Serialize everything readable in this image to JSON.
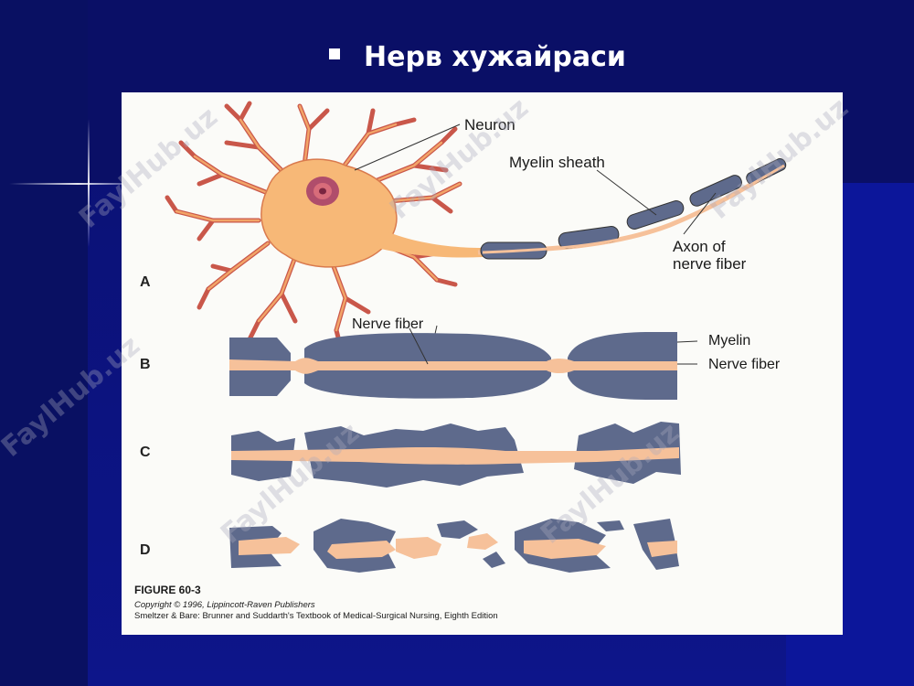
{
  "slide": {
    "title": "Нерв хужайраси"
  },
  "figure": {
    "labels": {
      "neuron": "Neuron",
      "myelin_sheath": "Myelin sheath",
      "axon_line1": "Axon of",
      "axon_line2": "nerve fiber",
      "nerve_fiber_top": "Nerve fiber",
      "myelin": "Myelin",
      "nerve_fiber_right": "Nerve fiber"
    },
    "panels": [
      "A",
      "B",
      "C",
      "D"
    ],
    "figure_number": "FIGURE 60-3",
    "copyright": "Copyright © 1996, Lippincott-Raven Publishers",
    "citation": "Smeltzer & Bare: Brunner and Suddarth's Textbook of Medical-Surgical Nursing, Eighth Edition"
  },
  "watermark": "FaylHub.uz",
  "colors": {
    "background": "#0a1070",
    "cell_body": "#f7b877",
    "dendrite": "#cf5d4a",
    "myelin": "#5e6a8c",
    "axon": "#f6c19a"
  }
}
